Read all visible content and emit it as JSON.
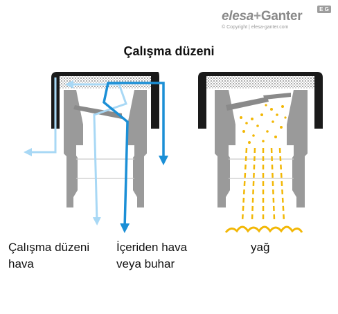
{
  "logo": {
    "brand_left": "elesa",
    "brand_plus": "+",
    "brand_right": "Ganter",
    "badge": "E G",
    "copyright": "© Copyright | elesa-ganter.com"
  },
  "title": "Çalışma düzeni",
  "labels": {
    "left_line1": "Çalışma düzeni",
    "left_line2": "hava",
    "mid_line1": "İçeriden hava",
    "mid_line2": "veya buhar",
    "right": "yağ"
  },
  "colors": {
    "body_gray": "#9a9a9a",
    "cap_black": "#1a1a1a",
    "filter_dots": "#d9d9d9",
    "air_light_blue": "#a8d8f5",
    "steam_blue": "#1b8fd6",
    "oil_yellow": "#f2b705"
  }
}
